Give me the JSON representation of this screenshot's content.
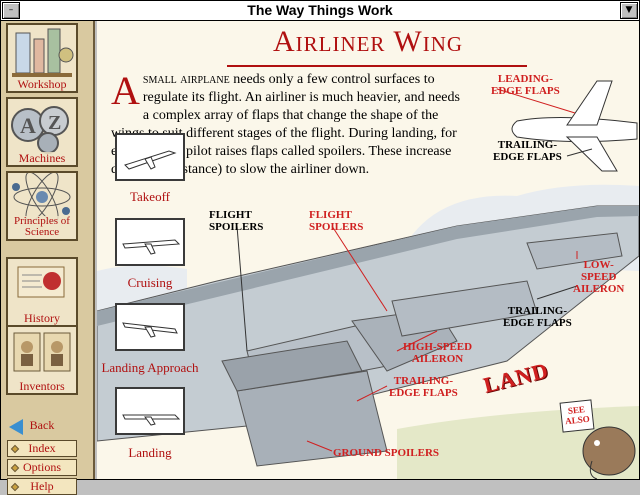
{
  "window": {
    "title": "The Way Things Work",
    "sysmenu_glyph": "–",
    "min_glyph": "▼"
  },
  "sidebar": {
    "items": [
      {
        "label": "Workshop",
        "icon": "workshop-icon"
      },
      {
        "label": "Machines",
        "icon": "machines-az-icon"
      },
      {
        "label": "Principles of Science",
        "icon": "atom-icon"
      },
      {
        "label": "History",
        "icon": "history-scroll-icon"
      },
      {
        "label": "Inventors",
        "icon": "inventors-icon"
      }
    ],
    "back_label": "Back",
    "buttons": [
      "Index",
      "Options",
      "Help"
    ]
  },
  "main": {
    "title": "Airliner Wing",
    "intro_drop": "A",
    "intro_lead": "small airplane",
    "intro_rest": " needs only a few control surfaces to regulate its flight. An airliner is much heavier, and needs a complex array of flaps that change the shape of the wings to suit different stages of the flight. During landing, for example, the pilot raises flaps called spoilers. These increase drag (air resistance) to slow the airliner down.",
    "stages": [
      "Takeoff",
      "Cruising",
      "Landing Approach",
      "Landing"
    ],
    "callouts": {
      "leading_edge_flaps": "LEADING-\nEDGE FLAPS",
      "trailing_edge_flaps_top": "TRAILING-\nEDGE FLAPS",
      "flight_spoilers_black": "FLIGHT\nSPOILERS",
      "flight_spoilers_red": "FLIGHT\nSPOILERS",
      "low_speed_aileron": "LOW-\nSPEED\nAILERON",
      "trailing_edge_flaps_right": "TRAILING-\nEDGE FLAPS",
      "high_speed_aileron": "HIGH-SPEED\nAILERON",
      "trailing_edge_flaps_bottom": "TRAILING-\nEDGE FLAPS",
      "ground_spoilers": "GROUND SPOILERS"
    },
    "land_button": "LAND",
    "see_also": "SEE\nALSO"
  },
  "colors": {
    "accent_red": "#b01010",
    "callout_red": "#d02020",
    "page_bg": "#fbf7ea",
    "sidebar_bg": "#d9c9a0"
  }
}
